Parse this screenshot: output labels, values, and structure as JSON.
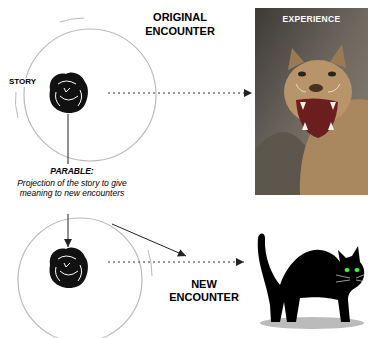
{
  "diagram": {
    "nodes": [
      {
        "text": [
          "STORY"
        ]
      },
      {
        "text": [
          "EXPERIENCE"
        ]
      }
    ],
    "edges": [
      {
        "from": 0,
        "to": 1,
        "arrow": "to",
        "label": "ORIGINAL ENCOUNTER"
      }
    ],
    "labels": [
      "PARABLE:",
      "Projection of the story to give meaning to new encounters",
      "NEW ENCOUNTER"
    ]
  }
}
